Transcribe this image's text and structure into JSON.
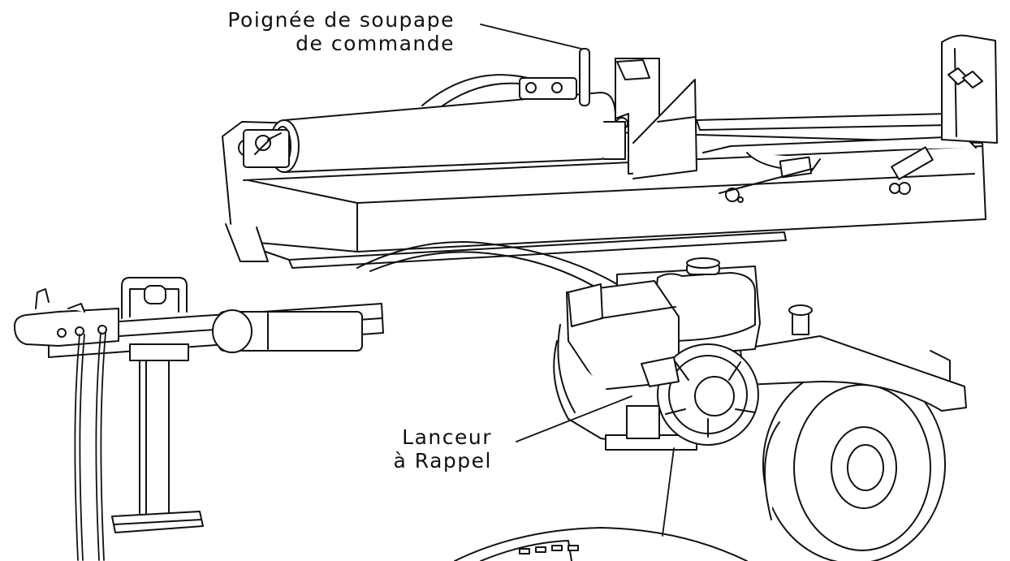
{
  "labels": {
    "control_valve": {
      "line1": "Poignée de soupape",
      "line2": "de commande"
    },
    "recoil_starter": {
      "line1": "Lanceur",
      "line2": "à Rappel"
    }
  },
  "colors": {
    "ink": "#111111",
    "fill": "#ffffff"
  }
}
